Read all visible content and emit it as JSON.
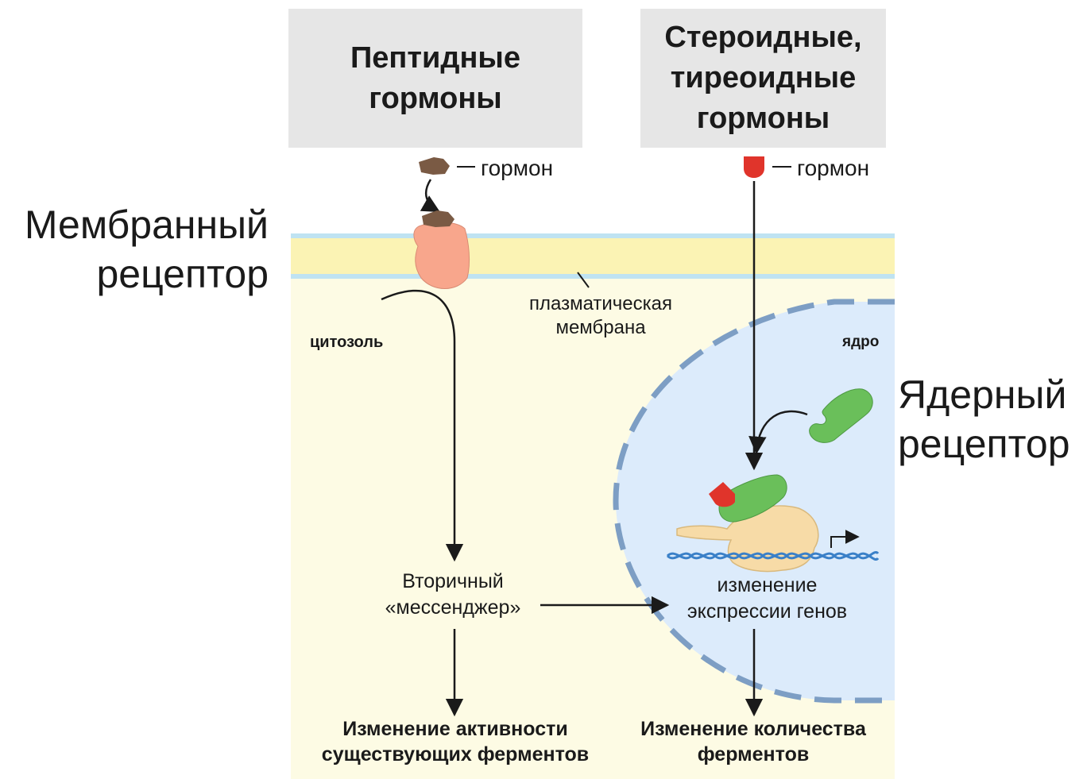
{
  "headers": {
    "peptide": "Пептидные\nгормоны",
    "steroid": "Стероидные,\nтиреоидные\nгормоны"
  },
  "side_labels": {
    "membrane_receptor": "Мембранный\nрецептор",
    "nuclear_receptor": "Ядерный\nрецептор"
  },
  "labels": {
    "hormone_peptide": "гормон",
    "hormone_steroid": "гормон",
    "cytosol": "цитозоль",
    "nucleus": "ядро",
    "plasma_membrane": "плазматическая\nмембрана",
    "second_messenger": "Вторичный\n«мессенджер»",
    "gene_expression": "изменение\nэкспрессии генов",
    "outcome_activity": "Изменение активности\nсуществующих ферментов",
    "outcome_amount": "Изменение количества\nферментов"
  },
  "colors": {
    "cytosol": "#fdfbe4",
    "membrane": "#fbf3b4",
    "membrane_edge": "#bfe3f2",
    "nucleus": "#dcebfb",
    "nuclear_envelope": "#7d9ec4",
    "peptide_hormone": "#7a5a44",
    "steroid_hormone": "#e0342b",
    "membrane_receptor": "#f8a68c",
    "nuclear_receptor": "#6abf5a",
    "polymerase": "#f7dba7",
    "dna": "#3a80c8"
  }
}
